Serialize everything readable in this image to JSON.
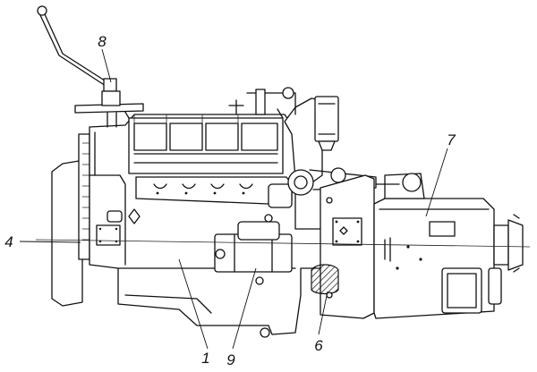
{
  "diagram": {
    "callouts": [
      {
        "id": "1",
        "label": "1"
      },
      {
        "id": "4",
        "label": "4"
      },
      {
        "id": "6",
        "label": "6"
      },
      {
        "id": "7",
        "label": "7"
      },
      {
        "id": "8",
        "label": "8"
      },
      {
        "id": "9",
        "label": "9"
      }
    ]
  }
}
